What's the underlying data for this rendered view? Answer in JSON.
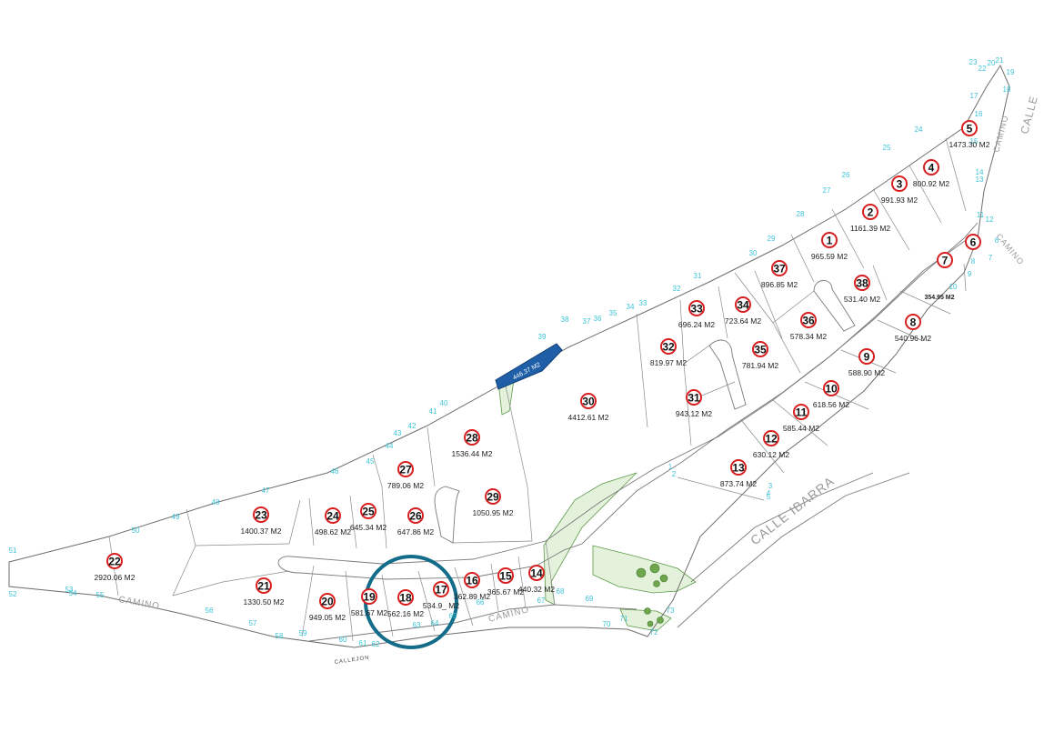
{
  "lots": [
    {
      "id": "1",
      "area": "965.59 M2"
    },
    {
      "id": "2",
      "area": "1161.39 M2"
    },
    {
      "id": "3",
      "area": "991.93 M2"
    },
    {
      "id": "4",
      "area": "800.92 M2"
    },
    {
      "id": "5",
      "area": "1473.30 M2"
    },
    {
      "id": "6",
      "area": ""
    },
    {
      "id": "7",
      "area": "354.95 M2"
    },
    {
      "id": "8",
      "area": "540.96 M2"
    },
    {
      "id": "9",
      "area": "588.90 M2"
    },
    {
      "id": "10",
      "area": "618.56 M2"
    },
    {
      "id": "11",
      "area": "585.44 M2"
    },
    {
      "id": "12",
      "area": "630.12 M2"
    },
    {
      "id": "13",
      "area": "873.74 M2"
    },
    {
      "id": "14",
      "area": "440.32 M2"
    },
    {
      "id": "15",
      "area": "365.67 M2"
    },
    {
      "id": "16",
      "area": "362.89 M2"
    },
    {
      "id": "17",
      "area": "534.9_ M2"
    },
    {
      "id": "18",
      "area": "562.16 M2"
    },
    {
      "id": "19",
      "area": "581.67 M2"
    },
    {
      "id": "20",
      "area": "949.05 M2"
    },
    {
      "id": "21",
      "area": "1330.50 M2"
    },
    {
      "id": "22",
      "area": "2920.06 M2"
    },
    {
      "id": "23",
      "area": "1400.37 M2"
    },
    {
      "id": "24",
      "area": "498.62 M2"
    },
    {
      "id": "25",
      "area": "645.34 M2"
    },
    {
      "id": "26",
      "area": "647.86 M2"
    },
    {
      "id": "27",
      "area": "789.06 M2"
    },
    {
      "id": "28",
      "area": "1536.44 M2"
    },
    {
      "id": "29",
      "area": "1050.95 M2"
    },
    {
      "id": "30",
      "area": "4412.61 M2"
    },
    {
      "id": "31",
      "area": "943.12 M2"
    },
    {
      "id": "32",
      "area": "819.97 M2"
    },
    {
      "id": "33",
      "area": "696.24 M2"
    },
    {
      "id": "34",
      "area": "723.64 M2"
    },
    {
      "id": "35",
      "area": "781.94 M2"
    },
    {
      "id": "36",
      "area": "578.34 M2"
    },
    {
      "id": "37",
      "area": "896.85 M2"
    },
    {
      "id": "38",
      "area": "531.40 M2"
    }
  ],
  "highlighted_lot": {
    "area": "446.37 M2",
    "color": "#1f5fa8"
  },
  "selection_color": "#136d8a",
  "streets": {
    "calle_ibarra": "CALLE IBARRA",
    "calle": "CALLE",
    "camino_ne": "CAMINO",
    "camino_e": "CAMINO",
    "camino_w": "CAMINO",
    "camino_s": "CAMINO",
    "callejon": "CALLEJON"
  },
  "vertex_labels": [
    "1",
    "2",
    "3",
    "4",
    "5",
    "6",
    "7",
    "8",
    "9",
    "10",
    "11",
    "12",
    "13",
    "14",
    "15",
    "16",
    "17",
    "18",
    "19",
    "20",
    "21",
    "22",
    "23",
    "24",
    "25",
    "26",
    "27",
    "28",
    "29",
    "30",
    "31",
    "32",
    "33",
    "34",
    "35",
    "36",
    "37",
    "38",
    "39",
    "40",
    "41",
    "42",
    "43",
    "44",
    "45",
    "46",
    "47",
    "48",
    "49",
    "50",
    "51",
    "52",
    "53",
    "54",
    "55",
    "56",
    "57",
    "58",
    "59",
    "60",
    "61",
    "62",
    "63",
    "64",
    "65",
    "66",
    "67",
    "68",
    "69",
    "70",
    "71",
    "72",
    "73"
  ]
}
